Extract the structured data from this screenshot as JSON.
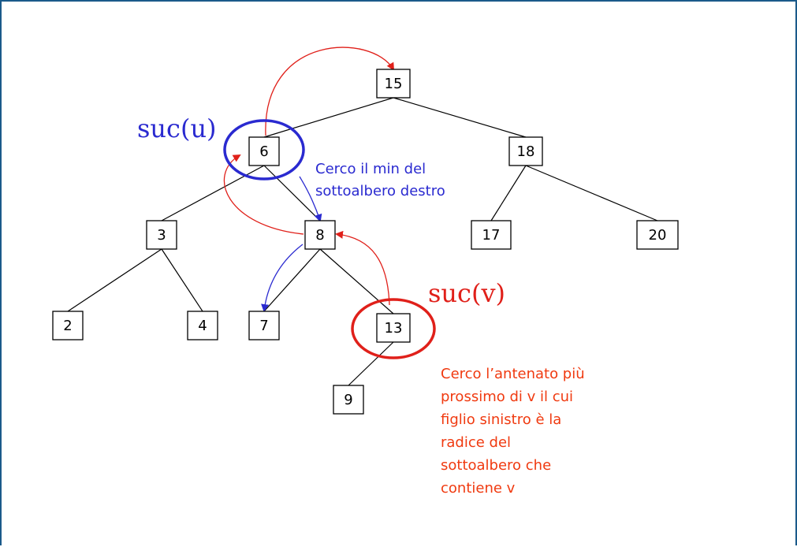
{
  "tree": {
    "nodes": [
      {
        "id": "n15",
        "label": "15"
      },
      {
        "id": "n6",
        "label": "6"
      },
      {
        "id": "n18",
        "label": "18"
      },
      {
        "id": "n3",
        "label": "3"
      },
      {
        "id": "n8",
        "label": "8"
      },
      {
        "id": "n17",
        "label": "17"
      },
      {
        "id": "n20",
        "label": "20"
      },
      {
        "id": "n2",
        "label": "2"
      },
      {
        "id": "n4",
        "label": "4"
      },
      {
        "id": "n7",
        "label": "7"
      },
      {
        "id": "n13",
        "label": "13"
      },
      {
        "id": "n9",
        "label": "9"
      }
    ],
    "edges": [
      [
        "n15",
        "n6"
      ],
      [
        "n15",
        "n18"
      ],
      [
        "n6",
        "n3"
      ],
      [
        "n6",
        "n8"
      ],
      [
        "n18",
        "n17"
      ],
      [
        "n18",
        "n20"
      ],
      [
        "n3",
        "n2"
      ],
      [
        "n3",
        "n4"
      ],
      [
        "n8",
        "n7"
      ],
      [
        "n8",
        "n13"
      ],
      [
        "n13",
        "n9"
      ]
    ]
  },
  "labels": {
    "suc_u": "suc(u)",
    "suc_v": "suc(v)"
  },
  "notes": {
    "blue": [
      "Cerco il min del",
      "sottoalbero destro"
    ],
    "red": [
      "Cerco l’antenato più",
      "prossimo di v il cui",
      "figlio sinistro  è la",
      "radice del",
      "sottoalbero che",
      "contiene v"
    ]
  },
  "colors": {
    "blue": "#2a2ad0",
    "red": "#e0201a",
    "orange_red": "#f03a10",
    "frame": "#1a5a8a"
  }
}
